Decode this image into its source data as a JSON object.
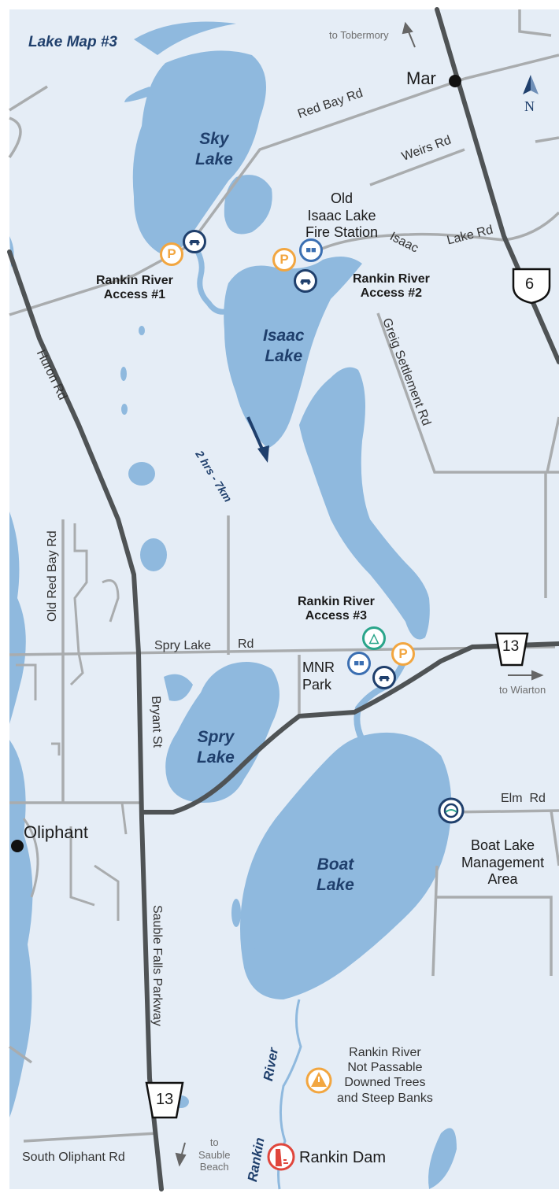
{
  "map": {
    "title": "Lake Map #3",
    "towns": {
      "mar": "Mar",
      "oliphant": "Oliphant"
    },
    "lakes": {
      "sky": [
        "Sky",
        "Lake"
      ],
      "isaac": [
        "Isaac",
        "Lake"
      ],
      "spry": [
        "Spry",
        "Lake"
      ],
      "boat": [
        "Boat",
        "Lake"
      ]
    },
    "roads": {
      "red_bay": "Red Bay Rd",
      "weirs": "Weirs Rd",
      "isaac_lake_1": "Isaac",
      "isaac_lake_2": "Lake Rd",
      "huron": "Huron Rd",
      "greig": "Greig Settlement Rd",
      "old_red_bay": "Old Red Bay Rd",
      "spry_lake_1": "Spry Lake",
      "spry_lake_2": "Rd",
      "bryant": "Bryant St",
      "elm": "Elm  Rd",
      "sauble_falls": "Sauble Falls Parkway",
      "south_oliphant": "South Oliphant Rd"
    },
    "highways": {
      "h6": "6",
      "h13_east": "13",
      "h13_south": "13"
    },
    "directions": {
      "tobermory": "to Tobermory",
      "wiarton": "to Wiarton",
      "sauble_1": "to",
      "sauble_2": "Sauble",
      "sauble_3": "Beach",
      "north": "N",
      "paddle_time": "2 hrs - 7km"
    },
    "places": {
      "fire_station": [
        "Old",
        "Isaac Lake",
        "Fire Station"
      ],
      "access1": [
        "Rankin River",
        "Access #1"
      ],
      "access2": [
        "Rankin River",
        "Access #2"
      ],
      "access3": [
        "Rankin River",
        "Access #3"
      ],
      "mnr_park": [
        "MNR",
        "Park"
      ],
      "boat_mgmt": [
        "Boat Lake",
        "Management",
        "Area"
      ],
      "warning": [
        "Rankin River",
        "Not Passable",
        "Downed Trees",
        "and Steep Banks"
      ],
      "dam": "Rankin Dam",
      "river_1": "River",
      "river_2": "Rankin"
    },
    "icon_text": {
      "parking": "P",
      "washroom": "♿🚻",
      "wc": "🚹🚺",
      "picnic": "⛺"
    },
    "colors": {
      "water": "#8fb9de",
      "land": "#e5edf6",
      "road": "#a9acae",
      "highway": "#4f5355",
      "navy": "#1f3f6c",
      "parking": "#f2a640",
      "washroom": "#3b6fb2",
      "picnic": "#2aa58a",
      "dam": "#e0463c"
    }
  }
}
